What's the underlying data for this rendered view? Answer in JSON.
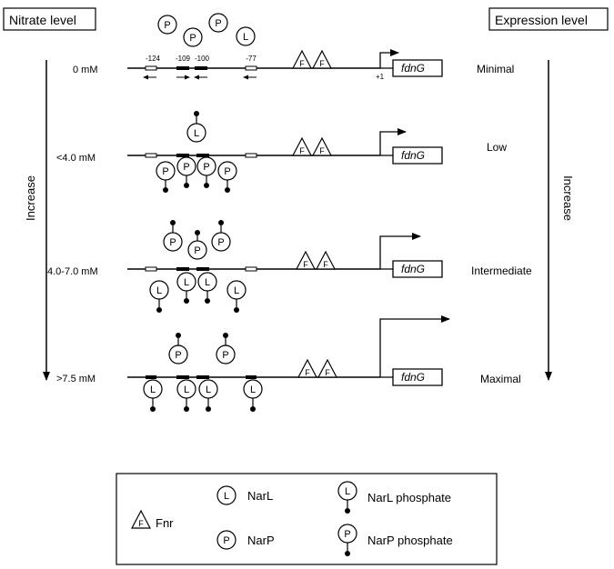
{
  "header": {
    "left_label": "Nitrate level",
    "right_label": "Expression level"
  },
  "axis": {
    "left_text": "Increase",
    "right_text": "Increase"
  },
  "promoter": {
    "positions": [
      "-124",
      "-109",
      "-100",
      "-77"
    ],
    "tss": "+1"
  },
  "rows": [
    {
      "nitrate": "0  mM",
      "expression": "Minimal",
      "gene": "fdnG"
    },
    {
      "nitrate": "<4.0 mM",
      "expression": "Low",
      "gene": "fdnG"
    },
    {
      "nitrate": "4.0-7.0 mM",
      "expression": "Intermediate",
      "gene": "fdnG"
    },
    {
      "nitrate": ">7.5 mM",
      "expression": "Maximal",
      "gene": "fdnG"
    }
  ],
  "glyphs": {
    "narl_letter": "L",
    "narp_letter": "P",
    "fnr_letter": "F"
  },
  "legend": {
    "fnr": "Fnr",
    "narl": "NarL",
    "narp": "NarP",
    "narl_phosphate": "NarL phosphate",
    "narp_phosphate": "NarP phosphate"
  }
}
